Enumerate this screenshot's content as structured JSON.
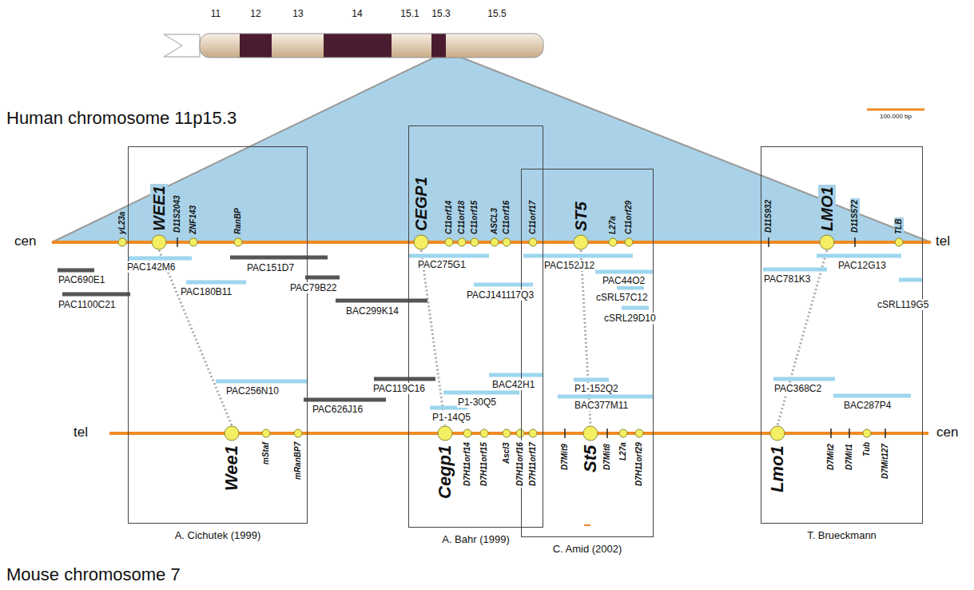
{
  "diagram": {
    "title": "Human chromosome 11p15.3",
    "nodes": [
      {
        "text": [
          "A. Cichutek (1999)"
        ]
      },
      {
        "text": [
          "A. Bahr (1999)"
        ]
      },
      {
        "text": [
          "C. Amid (2002)"
        ]
      },
      {
        "text": [
          "T. Brueckmann"
        ]
      }
    ],
    "labels": [
      "11",
      "12",
      "13",
      "14",
      "15.1",
      "15.3",
      "15.5",
      "100.000 bp",
      "cen",
      "tel",
      "yL23a",
      "WEE1",
      "D11S2043",
      "ZNF143",
      "RanBP",
      "CEGP1",
      "C11orf14",
      "C11orf18",
      "C11orf15",
      "ASCL3",
      "C11orf16",
      "C11orf17",
      "ST5",
      "L27a",
      "C11orf29",
      "D11S932",
      "LMO1",
      "D11S572",
      "TLB",
      "PAC690E1",
      "PAC1100C21",
      "PAC142M6",
      "PAC180B11",
      "PAC151D7",
      "PAC79B22",
      "BAC299K14",
      "PAC275G1",
      "PACJ141117Q3",
      "PAC152J12",
      "PAC44O2",
      "cSRL57C12",
      "cSRL29D10",
      "PAC781K3",
      "PAC12G13",
      "cSRL119G5",
      "PAC256N10",
      "PAC119C16",
      "PAC626J16",
      "BAC42H1",
      "P1-30Q5",
      "P1-14Q5",
      "P1-152Q2",
      "BAC377M11",
      "PAC368C2",
      "BAC287P4",
      "tel",
      "cen",
      "Wee1",
      "mStaf",
      "mRanBP7",
      "Cegp1",
      "D7H11orf14",
      "D7H11orf15",
      "Ascl3",
      "D7H11orf16",
      "D7H11orf17",
      "D7Mit9",
      "St5",
      "D7Mit8",
      "L27a",
      "D7H11orf29",
      "Lmo1",
      "D7Mit2",
      "D7Mit1",
      "Tub",
      "D7Mit127",
      "Mouse chromosome 7"
    ]
  }
}
